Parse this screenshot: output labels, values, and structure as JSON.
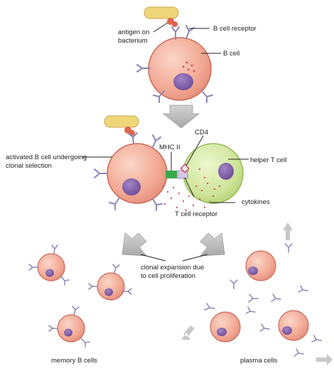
{
  "labels": {
    "antigen": [
      "antigen on",
      "bacterium"
    ],
    "b_cell_receptor": "B cell receptor",
    "b_cell": "B cell",
    "activated": [
      "activated B cell undergoing",
      "clonal selection"
    ],
    "mhc": "MHC II",
    "cd4": "CD4",
    "helper_t": "helper T cell",
    "cytokines": "cytokines",
    "t_cell_receptor": "T cell receptor",
    "clonal": [
      "clonal expansion due",
      "to cell proliferation"
    ],
    "memory": "memory B cells",
    "plasma": "plasma cells"
  },
  "icons": {
    "cell": "b-cell-icon",
    "nucleus": "nucleus-icon",
    "receptor": "y-shaped-antibody-icon",
    "bacterium": "bacterium-icon",
    "arrow": "down-arrow-icon"
  },
  "colors": {
    "b_cell_fill": "#f2a893",
    "b_cell_stroke": "#c96a5a",
    "nucleus": "#7b5aa6",
    "helper_fill": "#cfe59a",
    "helper_stroke": "#98bd55",
    "bacterium": "#f0d67a",
    "antigen": "#e0664e",
    "receptor": "#8e86b8",
    "mhc": "#39a84a",
    "arrow": "#b9b9b9",
    "label_text": "#222222"
  }
}
